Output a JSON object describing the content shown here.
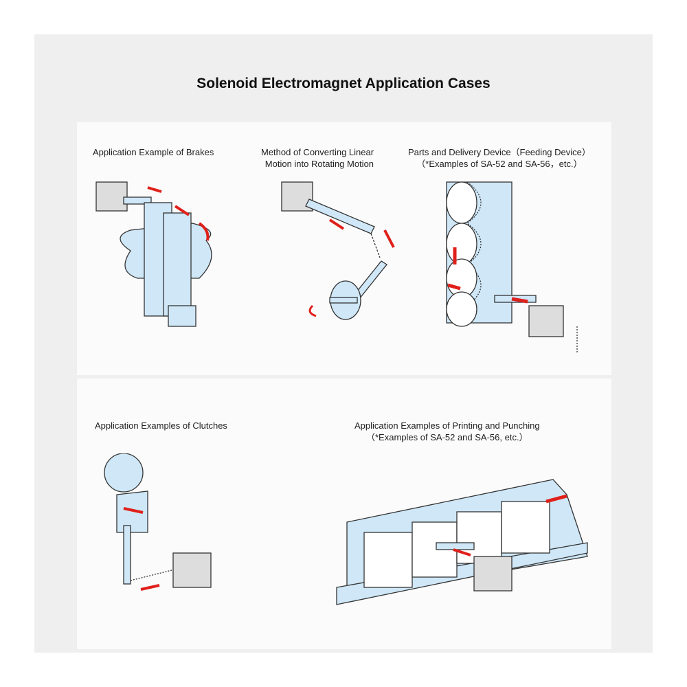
{
  "title": "Solenoid Electromagnet Application Cases",
  "cases": [
    {
      "line1": "Application Example of Brakes"
    },
    {
      "line1": "Method of Converting Linear",
      "line2": "Motion into Rotating Motion"
    },
    {
      "line1": "Parts and Delivery Device（Feeding Device）",
      "line2": "（*Examples of SA-52 and SA-56，etc.）"
    },
    {
      "line1": "Application Examples of Clutches"
    },
    {
      "line1": "Application Examples of Printing and Punching",
      "line2": "（*Examples of SA-52 and SA-56, etc.）"
    }
  ],
  "colors": {
    "part": "#cfe7f7",
    "arrow": "#e0201b",
    "line": "#333333"
  }
}
